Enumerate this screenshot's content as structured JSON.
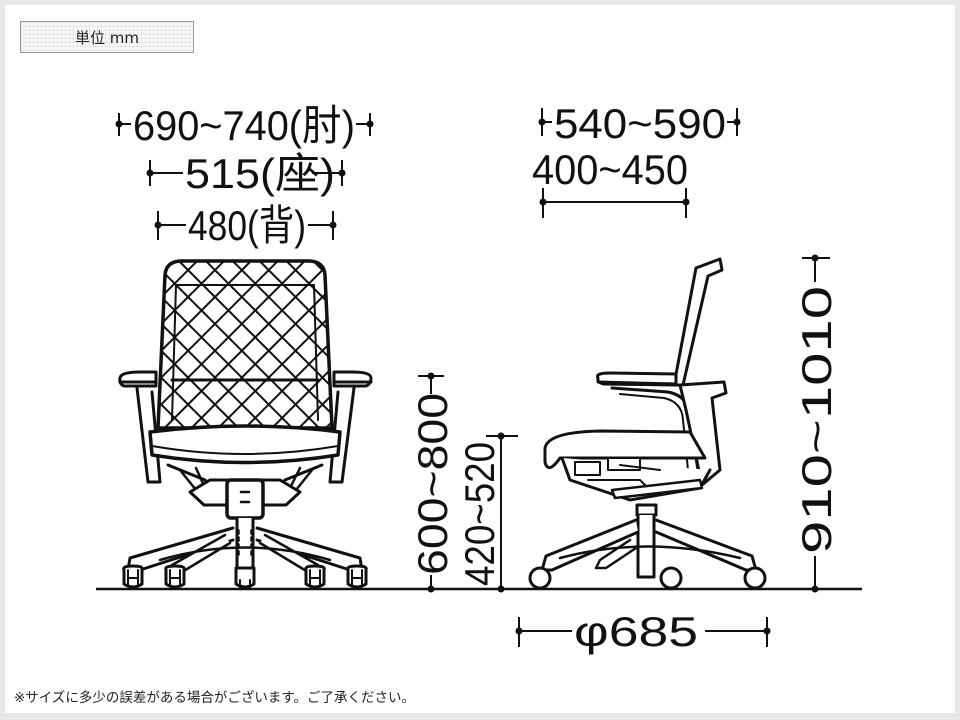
{
  "unit_label": "単位 mm",
  "dimensions": {
    "width_armrest": "690~740(肘)",
    "width_seat": "515(座)",
    "width_back": "480(背)",
    "depth_overall": "540~590",
    "depth_seat": "400~450",
    "armrest_height": "600~800",
    "seat_height": "420~520",
    "overall_height": "910~1010",
    "base_diameter": "φ685"
  },
  "views": {
    "front": "front-view",
    "side": "side-view"
  },
  "footnote": "※サイズに多少の誤差がある場合がございます。ご了承ください。",
  "colors": {
    "line": "#111111",
    "background": "#ffffff",
    "frame": "#e8e8e8"
  }
}
